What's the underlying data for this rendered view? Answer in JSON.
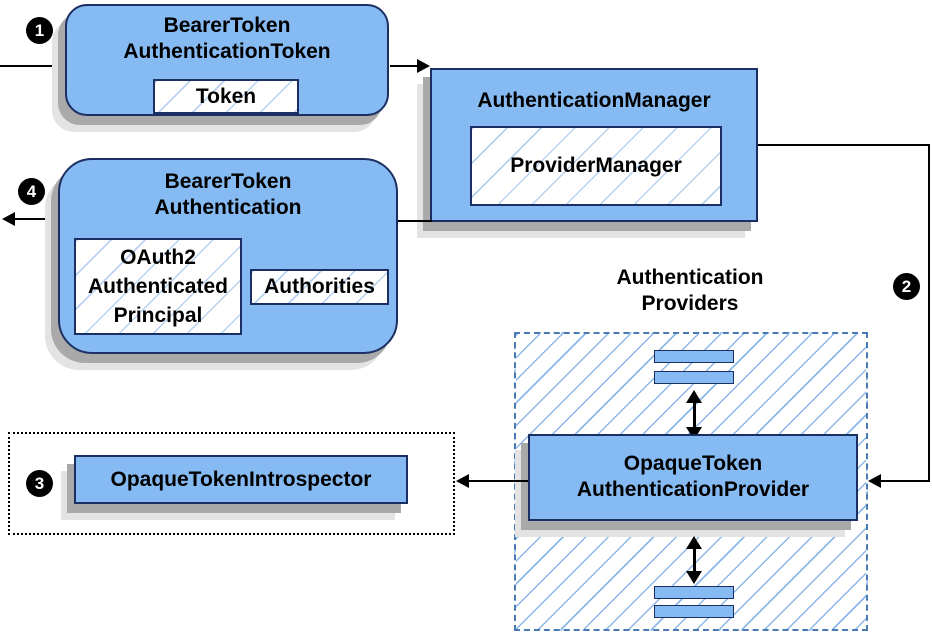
{
  "colors": {
    "box_fill": "#85baf2",
    "box_border": "#1c2f63",
    "hatch": "#8cb8e8",
    "hatch_light": "#b7d2f1",
    "dashed_border": "#4a7ab5",
    "shadow_dark": "#a9a9a9",
    "shadow_light": "#e3e3e3",
    "arrow": "#000000",
    "badge_bg": "#000000",
    "badge_fg": "#ffffff"
  },
  "badges": {
    "b1": "1",
    "b2": "2",
    "b3": "3",
    "b4": "4"
  },
  "nodes": {
    "btat": {
      "line1": "BearerToken",
      "line2": "AuthenticationToken",
      "token": "Token"
    },
    "am": {
      "title": "AuthenticationManager",
      "inner": "ProviderManager"
    },
    "bta": {
      "line1": "BearerToken",
      "line2": "Authentication",
      "p1": "OAuth2",
      "p2": "Authenticated",
      "p3": "Principal",
      "authorities": "Authorities"
    },
    "providers_label": {
      "line1": "Authentication",
      "line2": "Providers"
    },
    "otap": {
      "line1": "OpaqueToken",
      "line2": "AuthenticationProvider"
    },
    "oti": {
      "title": "OpaqueTokenIntrospector"
    }
  }
}
